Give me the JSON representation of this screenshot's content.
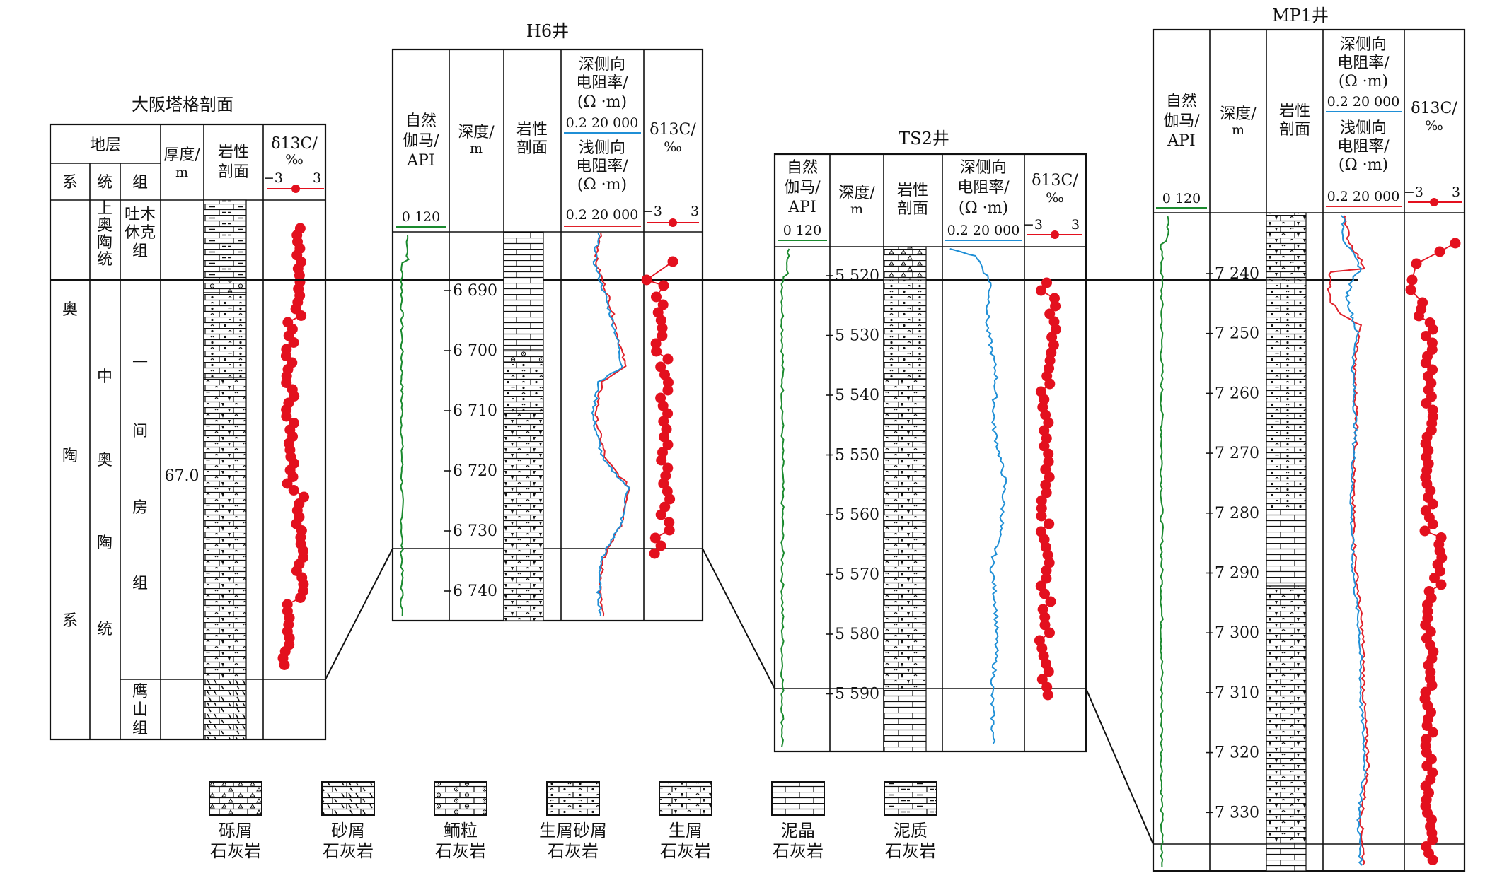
{
  "colors": {
    "api": "#1a8a2e",
    "deep": "#1f8fd6",
    "shallow": "#e0212a",
    "carbon": "#e3101e",
    "line": "#111111"
  },
  "section": {
    "title": "大阪塔格剖面",
    "hdr_strata": "地层",
    "hdr_sys": "系",
    "hdr_series": "统",
    "hdr_group": "组",
    "hdr_thick": "厚度/",
    "hdr_thick_unit": "m",
    "hdr_lith": [
      "岩性",
      "剖面"
    ],
    "hdr_c": "δ13C/",
    "hdr_c_unit": "‰",
    "scale_min": "−3",
    "scale_max": "3",
    "system": [
      "奥",
      "陶",
      "系"
    ],
    "upper_series": [
      "上",
      "奥",
      "陶",
      "统"
    ],
    "middle_series": [
      "中",
      "奥",
      "陶",
      "统"
    ],
    "upper_fm": [
      "吐木",
      "休克",
      "组"
    ],
    "yjf_fm": [
      "一",
      "间",
      "房",
      "组"
    ],
    "ys_fm": [
      "鹰",
      "山",
      "组"
    ],
    "thickness": "67.0"
  },
  "wells": {
    "H6": {
      "title": "H6井",
      "gr": [
        "自然",
        "伽马/",
        "API"
      ],
      "gr_scale": "0  120",
      "depth": [
        "深度/",
        "m"
      ],
      "lith": [
        "岩性",
        "剖面"
      ],
      "deep": [
        "深侧向",
        "电阻率/",
        "(Ω ·m)"
      ],
      "deep_scale": "0.2 20 000",
      "shallow": [
        "浅侧向",
        "电阻率/",
        "(Ω ·m)"
      ],
      "shallow_scale": "0.2 20 000",
      "c": [
        "δ13C/",
        "‰"
      ],
      "c_scale": [
        "−3",
        "3"
      ],
      "ticks": [
        "6 690",
        "6 700",
        "6 710",
        "6 720",
        "6 730",
        "6 740"
      ]
    },
    "TS2": {
      "title": "TS2井",
      "gr": [
        "自然",
        "伽马/",
        "API"
      ],
      "gr_scale": "0  120",
      "depth": [
        "深度/",
        "m"
      ],
      "lith": [
        "岩性",
        "剖面"
      ],
      "deep": [
        "深侧向",
        "电阻率/",
        "(Ω ·m)"
      ],
      "deep_scale": "0.2 20 000",
      "c": [
        "δ13C/",
        "‰"
      ],
      "c_scale": [
        "−3",
        "3"
      ],
      "ticks": [
        "5 520",
        "5 530",
        "5 540",
        "5 550",
        "5 560",
        "5 570",
        "5 580",
        "5 590"
      ]
    },
    "MP1": {
      "title": "MP1井",
      "gr": [
        "自然",
        "伽马/",
        "API"
      ],
      "gr_scale": "0  120",
      "depth": [
        "深度/",
        "m"
      ],
      "lith": [
        "岩性",
        "剖面"
      ],
      "deep": [
        "深侧向",
        "电阻率/",
        "(Ω ·m)"
      ],
      "deep_scale": "0.2 20 000",
      "shallow": [
        "浅侧向",
        "电阻率/",
        "(Ω ·m)"
      ],
      "shallow_scale": "0.2 20 000",
      "c": [
        "δ13C/",
        "‰"
      ],
      "c_scale": [
        "−3",
        "3"
      ],
      "ticks": [
        "7 240",
        "7 250",
        "7 260",
        "7 270",
        "7 280",
        "7 290",
        "7 300",
        "7 310",
        "7 320",
        "7 330"
      ]
    }
  },
  "legend": [
    {
      "icon": "breccia-limestone-icon",
      "label": [
        "砾屑",
        "石灰岩"
      ]
    },
    {
      "icon": "calcarenite-icon",
      "label": [
        "砂屑",
        "石灰岩"
      ]
    },
    {
      "icon": "oolitic-limestone-icon",
      "label": [
        "鲕粒",
        "石灰岩"
      ]
    },
    {
      "icon": "bioclastic-calcarenite-icon",
      "label": [
        "生屑砂屑",
        "石灰岩"
      ]
    },
    {
      "icon": "bioclastic-limestone-icon",
      "label": [
        "生屑",
        "石灰岩"
      ]
    },
    {
      "icon": "micrite-icon",
      "label": [
        "泥晶",
        "石灰岩"
      ]
    },
    {
      "icon": "argillaceous-limestone-icon",
      "label": [
        "泥质",
        "石灰岩"
      ]
    }
  ]
}
